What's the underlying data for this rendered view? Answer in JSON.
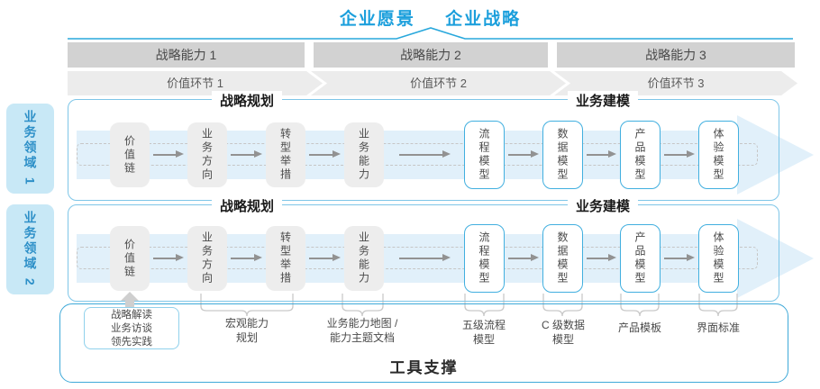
{
  "title": {
    "vision": "企业愿景",
    "strategy": "企业战略"
  },
  "capability_bars": [
    "战略能力 1",
    "战略能力 2",
    "战略能力 3"
  ],
  "value_links": [
    "价值环节 1",
    "价值环节 2",
    "价值环节 3"
  ],
  "domain_labels": [
    "业务领域 1",
    "业务领域 2"
  ],
  "section_headers": {
    "planning": "战略规划",
    "modeling": "业务建模"
  },
  "planning_boxes": [
    "价值链",
    "业务方向",
    "转型举措",
    "业务能力"
  ],
  "modeling_boxes": [
    "流程模型",
    "数据模型",
    "产品模型",
    "体验模型"
  ],
  "annotations": {
    "practice_box_lines": [
      "战略解读",
      "业务访谈",
      "领先实践"
    ],
    "macro_planning_lines": [
      "宏观能力",
      "规划"
    ],
    "capability_map_lines": [
      "业务能力地图 /",
      "能力主题文档"
    ],
    "process_model_lines": [
      "五级流程",
      "模型"
    ],
    "data_model_lines": [
      "C 级数据",
      "模型"
    ],
    "product_template": "产品模板",
    "ui_standard": "界面标准"
  },
  "tool_support_label": "工具支撑",
  "icons": {
    "flow_arrow": "→",
    "up_arrow": "↑",
    "chevron_arrow": "›"
  },
  "colors": {
    "accent_blue": "#1B9FDC",
    "roof_line": "#29A8DC",
    "lane_border": "#7EC6E8",
    "tool_border": "#3FA9D8",
    "big_arrow_fill": "#E1F0FA",
    "domain_label_bg": "#C8E8F6",
    "domain_label_text": "#2E90C8",
    "bar_gray": "#D2D2D2",
    "chevron_gray": "#ECECEC",
    "box_gray": "#EDEDED",
    "blue_box_border": "#41AFDF",
    "flow_arrow_gray": "#929292",
    "bracket_gray": "#C9C9C9",
    "text_dark": "#4A4A4A"
  }
}
